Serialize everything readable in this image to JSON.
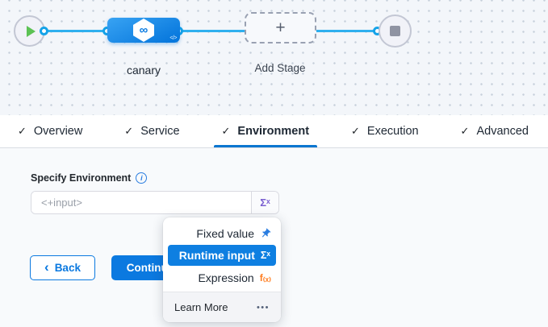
{
  "glyphs": {
    "check": "✓",
    "plus": "+",
    "infinity": "∞",
    "code": "</>",
    "chevron_left": "‹",
    "info": "i"
  },
  "canvas": {
    "stage_label": "canary",
    "add_stage_label": "Add Stage"
  },
  "tabs": [
    {
      "label": "Overview",
      "checked": true,
      "active": false
    },
    {
      "label": "Service",
      "checked": true,
      "active": false
    },
    {
      "label": "Environment",
      "checked": true,
      "active": true
    },
    {
      "label": "Execution",
      "checked": true,
      "active": false
    },
    {
      "label": "Advanced",
      "checked": true,
      "active": false
    }
  ],
  "form": {
    "label": "Specify Environment",
    "input_value": "<+input>",
    "sigma": "Σˣ"
  },
  "dropdown": {
    "items": [
      {
        "label": "Fixed value",
        "icon": "pin-icon",
        "selected": false
      },
      {
        "label": "Runtime input",
        "icon": "sigma-icon",
        "selected": true,
        "sigma": "Σˣ"
      },
      {
        "label": "Expression",
        "icon": "fx-icon",
        "selected": false,
        "fx": "f₍ₓ₎"
      }
    ],
    "footer_label": "Learn More",
    "footer_more": "•••"
  },
  "actions": {
    "back_label": "Back",
    "continue_label": "Continue"
  },
  "colors": {
    "accent_blue": "#0b79e0",
    "flow_line": "#2fb0ee",
    "node_gradient_start": "#38a3f3",
    "node_gradient_end": "#0878dd",
    "selected_row_blue": "#0e7fe1",
    "runtime_purple": "#7a5fd0",
    "expression_orange": "#ff7d1f",
    "active_tab_underline": "#0b76d0",
    "success_green": "#5cc254"
  }
}
